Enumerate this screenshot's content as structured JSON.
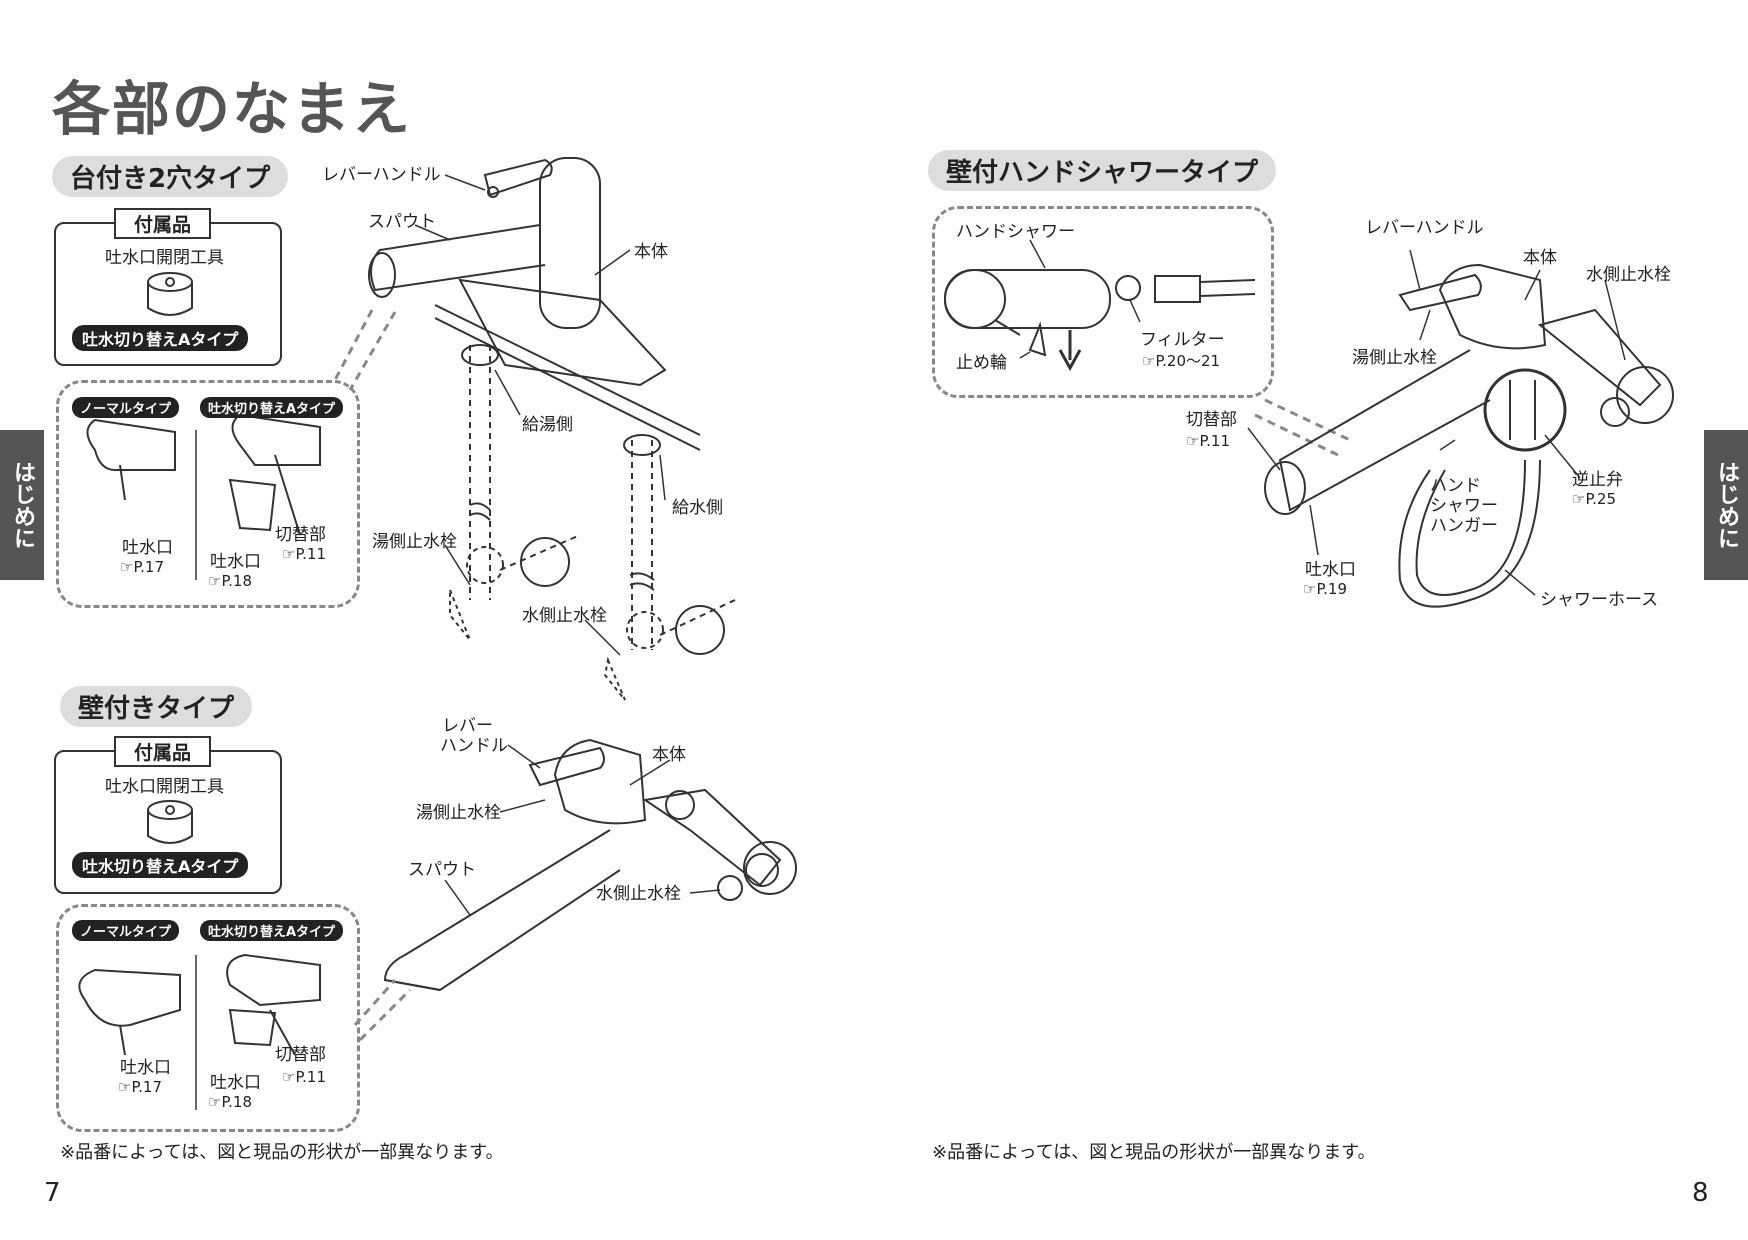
{
  "page_title": "各部のなまえ",
  "left": {
    "section1": {
      "heading": "台付き2穴タイプ",
      "accessory": {
        "heading": "付属品",
        "tool": "吐水口開閉工具",
        "type": "吐水切り替えAタイプ"
      },
      "normal_tag": "ノーマルタイプ",
      "switch_tag": "吐水切り替えAタイプ",
      "spout_normal": "吐水口",
      "spout_normal_ref": "P.17",
      "spout_switch": "吐水口",
      "spout_switch_ref": "P.18",
      "switch_part": "切替部",
      "switch_part_ref": "P.11",
      "labels": {
        "lever": "レバーハンドル",
        "spout": "スパウト",
        "body": "本体",
        "hot_supply": "給湯側",
        "cold_supply": "給水側",
        "hot_valve": "湯側止水栓",
        "cold_valve": "水側止水栓"
      }
    },
    "section2": {
      "heading": "壁付きタイプ",
      "accessory": {
        "heading": "付属品",
        "tool": "吐水口開閉工具",
        "type": "吐水切り替えAタイプ"
      },
      "normal_tag": "ノーマルタイプ",
      "switch_tag": "吐水切り替えAタイプ",
      "spout_normal": "吐水口",
      "spout_normal_ref": "P.17",
      "spout_switch": "吐水口",
      "spout_switch_ref": "P.18",
      "switch_part": "切替部",
      "switch_part_ref": "P.11",
      "labels": {
        "lever_1": "レバー",
        "lever_2": "ハンドル",
        "body": "本体",
        "hot_valve": "湯側止水栓",
        "spout": "スパウト",
        "cold_valve": "水側止水栓"
      }
    },
    "note": "※品番によっては、図と現品の形状が一部異なります。",
    "page_number": "7",
    "side_tab": "はじめに"
  },
  "right": {
    "section": {
      "heading": "壁付ハンドシャワータイプ",
      "hand_shower": "ハンドシャワー",
      "stop_ring": "止め輪",
      "filter": "フィルター",
      "filter_ref": "P.20〜21",
      "labels": {
        "lever": "レバーハンドル",
        "body": "本体",
        "cold_valve": "水側止水栓",
        "hot_valve": "湯側止水栓",
        "switch": "切替部",
        "switch_ref": "P.11",
        "hanger_1": "ハンド",
        "hanger_2": "シャワー",
        "hanger_3": "ハンガー",
        "check_valve": "逆止弁",
        "check_valve_ref": "P.25",
        "spout": "吐水口",
        "spout_ref": "P.19",
        "hose": "シャワーホース"
      }
    },
    "note": "※品番によっては、図と現品の形状が一部異なります。",
    "page_number": "8",
    "side_tab": "はじめに"
  },
  "colors": {
    "pill_bg": "#dddddd",
    "tab_bg": "#555555",
    "dash": "#888888",
    "line": "#333333"
  }
}
